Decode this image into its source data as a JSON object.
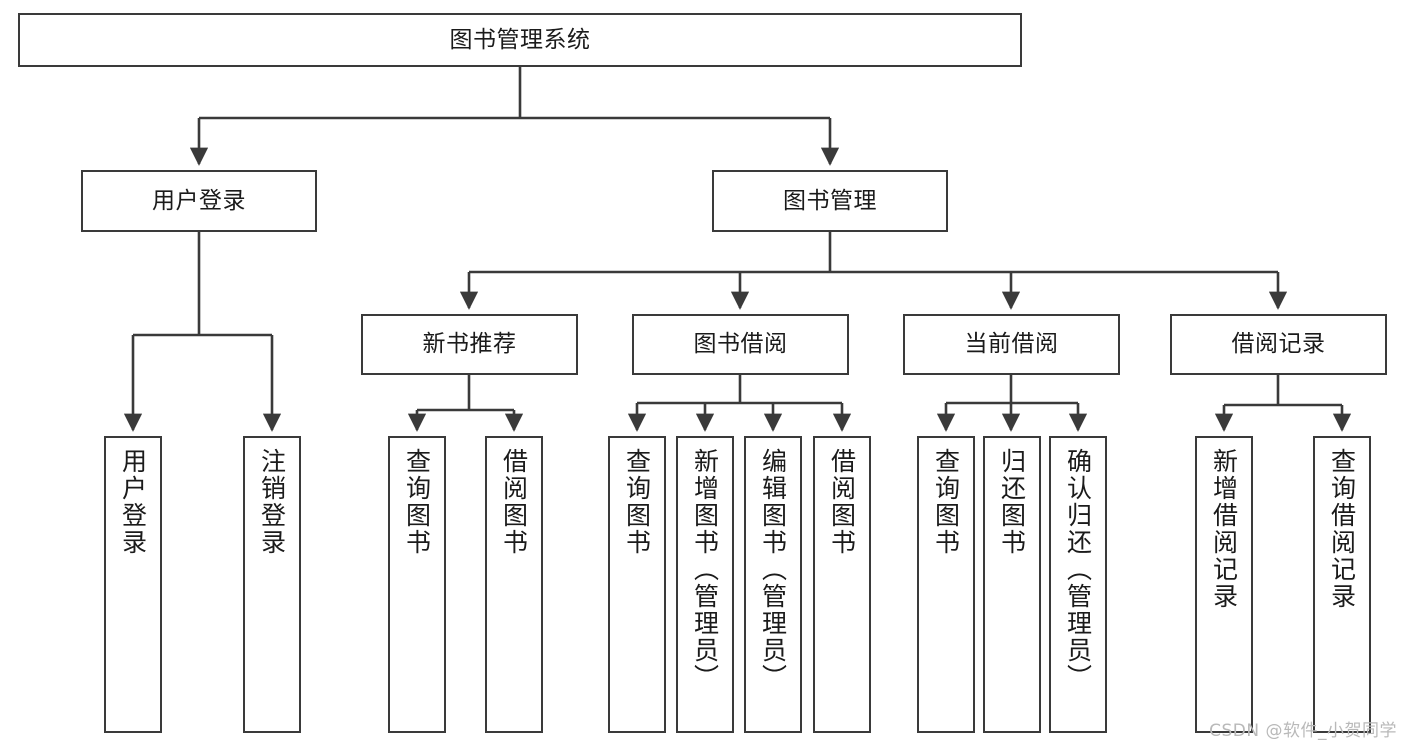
{
  "diagram": {
    "title": "图书管理系统",
    "type": "tree",
    "line_color": "#3a3a3a",
    "box_fill": "#ffffff",
    "text_color": "#1b1b1b",
    "watermark": "CSDN @软件_小贺同学",
    "nodes": {
      "root": {
        "label": "图书管理系统"
      },
      "level2": [
        {
          "label": "用户登录"
        },
        {
          "label": "图书管理"
        }
      ],
      "level3": [
        {
          "label": "新书推荐"
        },
        {
          "label": "图书借阅"
        },
        {
          "label": "当前借阅"
        },
        {
          "label": "借阅记录"
        }
      ],
      "leaves": {
        "user_login": [
          {
            "label": "用户登录"
          },
          {
            "label": "注销登录"
          }
        ],
        "new_book": [
          {
            "label": "查询图书"
          },
          {
            "label": "借阅图书"
          }
        ],
        "book_borrow": [
          {
            "label": "查询图书"
          },
          {
            "label": "新增图书（管理员）"
          },
          {
            "label": "编辑图书（管理员）"
          },
          {
            "label": "借阅图书"
          }
        ],
        "current_borrow": [
          {
            "label": "查询图书"
          },
          {
            "label": "归还图书"
          },
          {
            "label": "确认归还（管理员）"
          }
        ],
        "borrow_record": [
          {
            "label": "新增借阅记录"
          },
          {
            "label": "查询借阅记录"
          }
        ]
      }
    }
  }
}
